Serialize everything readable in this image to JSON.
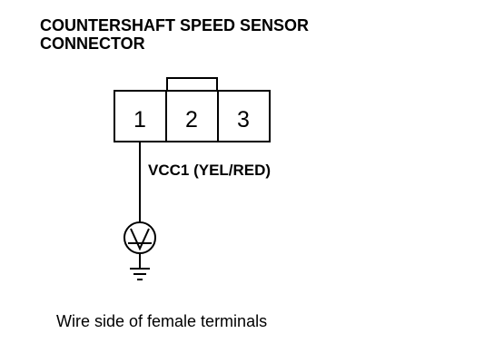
{
  "title": {
    "line1": "COUNTERSHAFT SPEED SENSOR",
    "line2": "CONNECTOR"
  },
  "connector": {
    "pins": [
      "1",
      "2",
      "3"
    ]
  },
  "wire": {
    "label": "VCC1 (YEL/RED)"
  },
  "meter": {
    "icon": "voltmeter-icon"
  },
  "ground": {
    "icon": "ground-icon"
  },
  "caption": "Wire side of female terminals"
}
